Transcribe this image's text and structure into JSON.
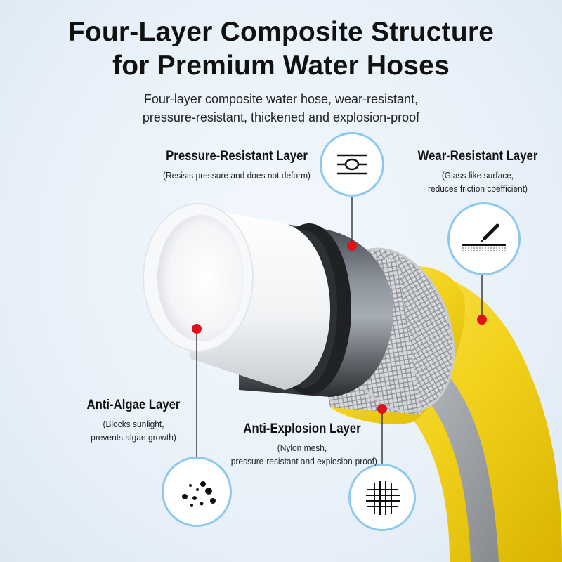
{
  "title": {
    "line1": "Four-Layer Composite Structure",
    "line2": "for Premium Water Hoses"
  },
  "subtitle": {
    "line1": "Four-layer composite water hose, wear-resistant,",
    "line2": "pressure-resistant, thickened and explosion-proof"
  },
  "layers": {
    "pressure": {
      "name": "Pressure-Resistant Layer",
      "desc": "(Resists pressure and does not deform)",
      "icon": "pressure-icon"
    },
    "wear": {
      "name": "Wear-Resistant Layer",
      "desc1": "(Glass-like surface,",
      "desc2": "reduces friction coefficient)",
      "icon": "scratch-icon"
    },
    "algae": {
      "name": "Anti-Algae Layer",
      "desc1": "(Blocks sunlight,",
      "desc2": "prevents algae growth)",
      "icon": "dots-icon"
    },
    "explosion": {
      "name": "Anti-Explosion Layer",
      "desc1": "(Nylon mesh,",
      "desc2": "pressure-resistant and explosion-proof)",
      "icon": "mesh-icon"
    }
  },
  "colors": {
    "marker": "#e0101c",
    "circle_border": "#8ec8ee",
    "hose_yellow": "#f2d21c",
    "hose_gray": "#9a9ea3"
  }
}
